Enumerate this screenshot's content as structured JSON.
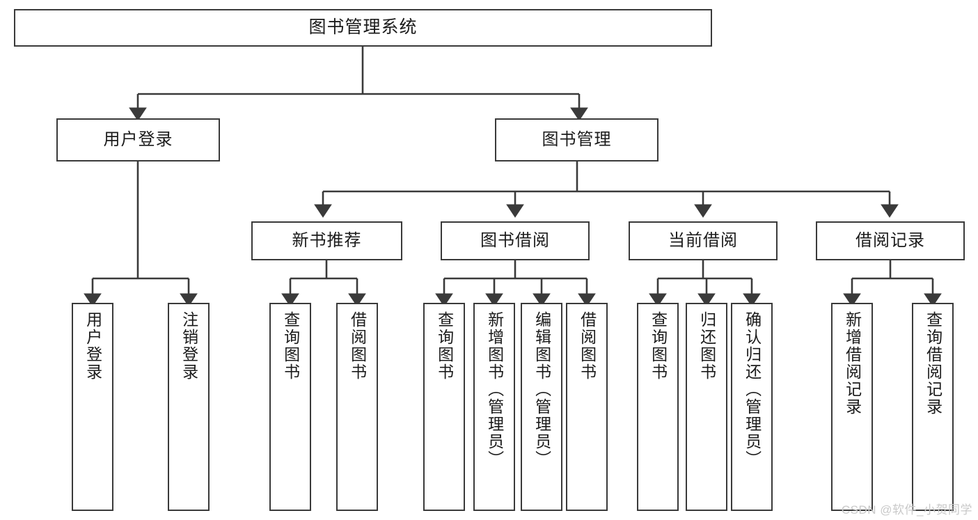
{
  "diagram": {
    "title": "图书管理系统",
    "type": "tree",
    "root": {
      "label": "图书管理系统"
    },
    "level2": [
      {
        "label": "用户登录"
      },
      {
        "label": "图书管理"
      }
    ],
    "level3": [
      {
        "label": "新书推荐"
      },
      {
        "label": "图书借阅"
      },
      {
        "label": "当前借阅"
      },
      {
        "label": "借阅记录"
      }
    ],
    "leaves": {
      "user_login": [
        {
          "label": "用户登录"
        },
        {
          "label": "注销登录"
        }
      ],
      "new_book_recommend": [
        {
          "label": "查询图书"
        },
        {
          "label": "借阅图书"
        }
      ],
      "book_borrow": [
        {
          "label": "查询图书"
        },
        {
          "label": "新增图书（管理员）"
        },
        {
          "label": "编辑图书（管理员）"
        },
        {
          "label": "借阅图书"
        }
      ],
      "current_borrow": [
        {
          "label": "查询图书"
        },
        {
          "label": "归还图书"
        },
        {
          "label": "确认归还（管理员）"
        }
      ],
      "borrow_record": [
        {
          "label": "新增借阅记录"
        },
        {
          "label": "查询借阅记录"
        }
      ]
    }
  },
  "watermark": {
    "text": "CSDN @软件_小贺同学"
  },
  "colors": {
    "stroke": "#3a3a3a",
    "background": "#ffffff",
    "text": "#1b1b1b",
    "watermark": "#c9c9c9"
  }
}
